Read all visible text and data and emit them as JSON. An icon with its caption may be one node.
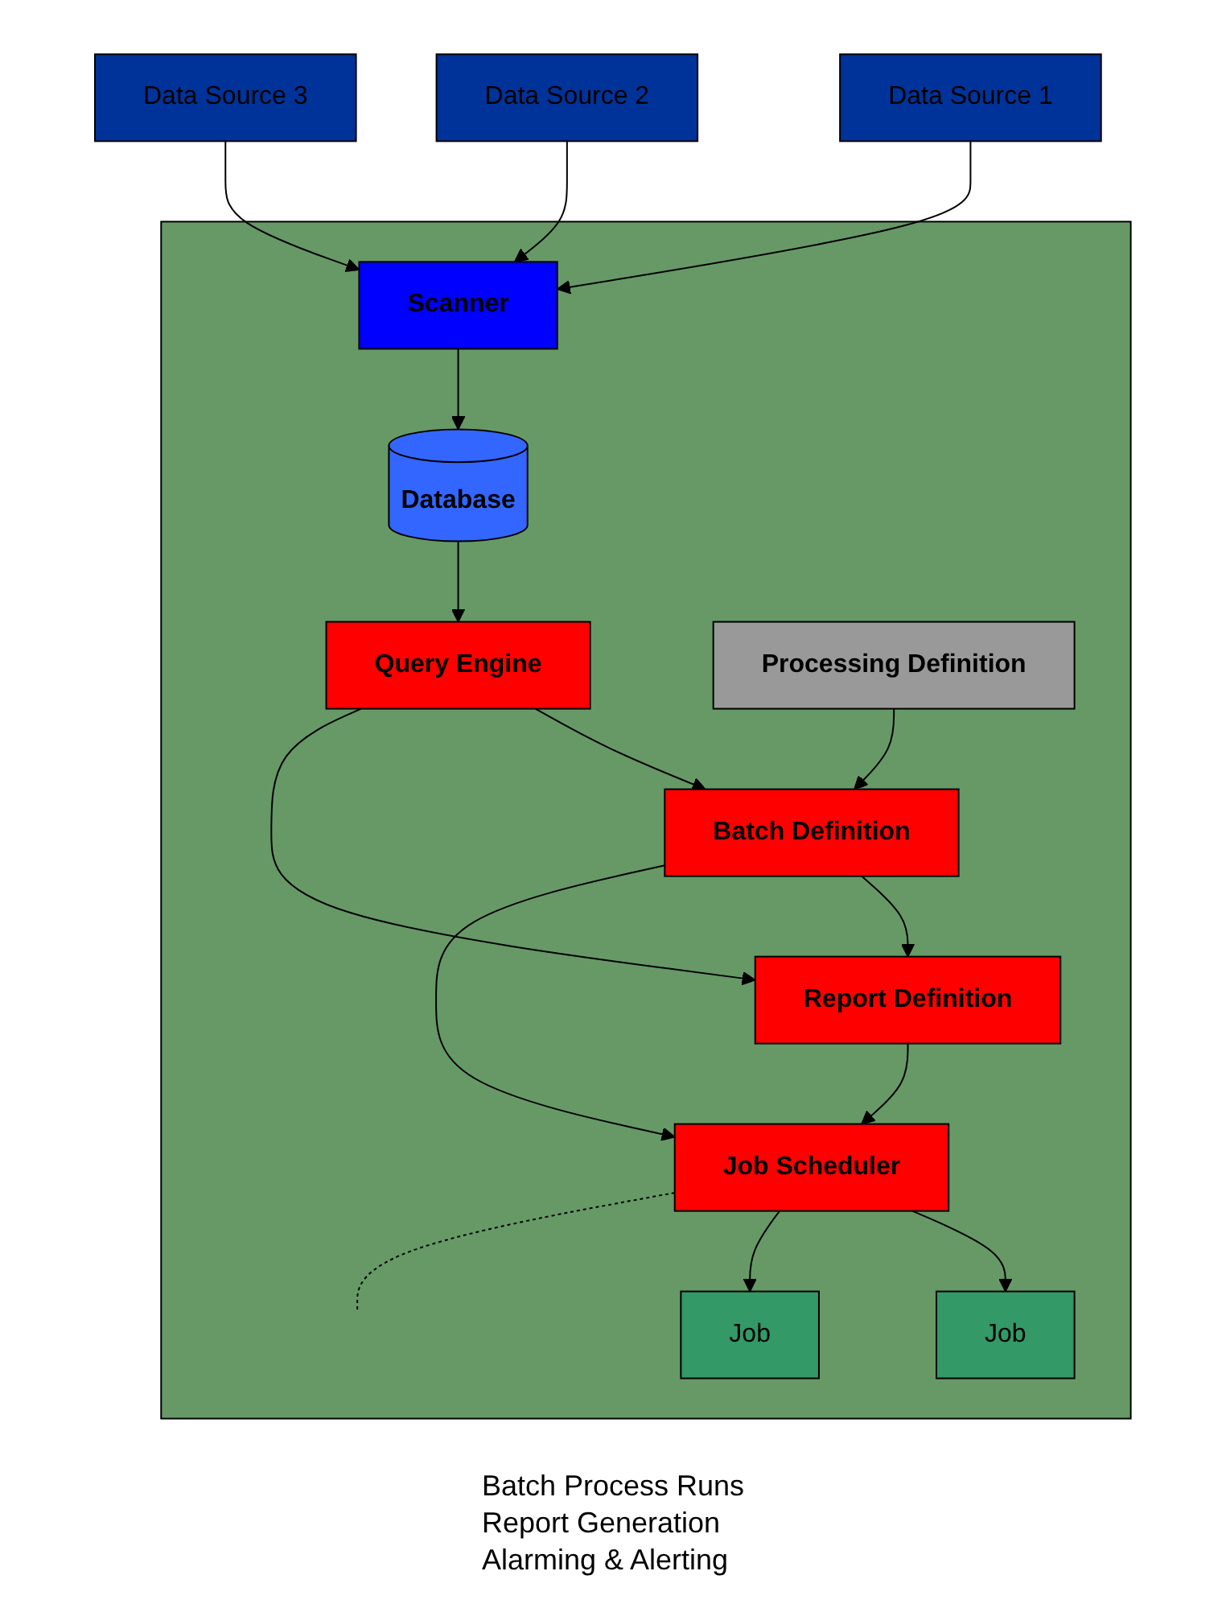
{
  "diagram": {
    "nodes": [
      {
        "text": [],
        "shape": "box"
      },
      {
        "text": [
          "Data Source 1"
        ]
      },
      {
        "text": [
          "Data Source 2"
        ]
      },
      {
        "text": [
          "Data Source 3"
        ]
      },
      {
        "text": [
          "Scanner"
        ],
        "in": 0
      },
      {
        "text": [
          "Database"
        ],
        "in": 0
      },
      {
        "text": [
          "Query Engine"
        ],
        "in": 0
      },
      {
        "text": [
          "Batch Definition"
        ],
        "in": 0
      },
      {
        "text": [
          "Processing Definition"
        ],
        "in": 0
      },
      {
        "text": [
          "Report Definition"
        ],
        "in": 0
      },
      {
        "text": [
          "Job Scheduler"
        ],
        "in": 0
      },
      {
        "text": [
          "Job"
        ],
        "in": 0
      },
      {
        "text": [
          "Job"
        ],
        "in": 0
      }
    ],
    "edges": [
      {
        "from": 1,
        "to": 4,
        "arrow": "to"
      },
      {
        "from": 2,
        "to": 4,
        "arrow": "to"
      },
      {
        "from": 3,
        "to": 4,
        "arrow": "to"
      },
      {
        "from": 4,
        "to": 5,
        "arrow": "to"
      },
      {
        "from": 5,
        "to": 6,
        "arrow": "to"
      },
      {
        "from": 6,
        "to": 7,
        "arrow": "to"
      },
      {
        "from": 6,
        "to": 9,
        "arrow": "to"
      },
      {
        "from": 7,
        "to": 9,
        "arrow": "to"
      },
      {
        "from": 8,
        "to": 7,
        "arrow": "to"
      },
      {
        "from": 7,
        "to": 10,
        "arrow": "to"
      },
      {
        "from": 9,
        "to": 10,
        "arrow": "to"
      },
      {
        "from": 10,
        "to": 11,
        "arrow": "to"
      },
      {
        "from": 10,
        "to": 12,
        "arrow": "to"
      },
      {
        "from": 10,
        "to": null,
        "arrow": "none",
        "style": "dashed"
      }
    ],
    "labels": [
      "Batch Process Runs",
      "Report Generation",
      "Alarming & Alerting"
    ]
  }
}
